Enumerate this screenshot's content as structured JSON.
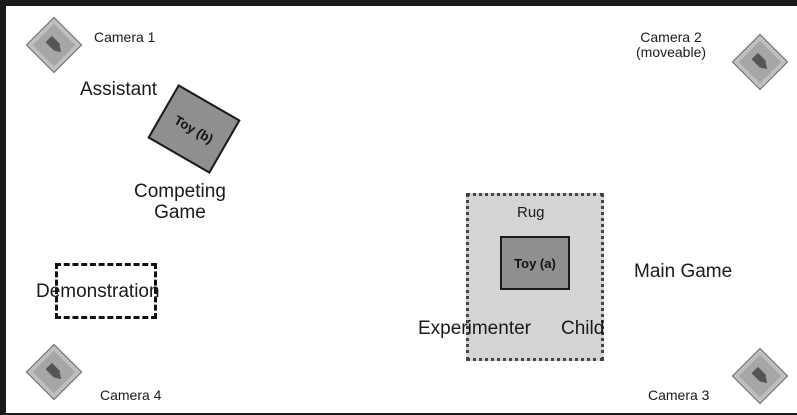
{
  "cameras": [
    {
      "id": "cam1",
      "label": "Camera 1",
      "icon": "camera-icon"
    },
    {
      "id": "cam2",
      "label_lines": [
        "Camera 2",
        "(moveable)"
      ],
      "icon": "camera-icon"
    },
    {
      "id": "cam3",
      "label": "Camera 3",
      "icon": "camera-icon"
    },
    {
      "id": "cam4",
      "label": "Camera 4",
      "icon": "camera-icon"
    }
  ],
  "people": {
    "assistant": "Assistant",
    "experimenter": "Experimenter",
    "child": "Child"
  },
  "areas": {
    "competing_game_lines": [
      "Competing",
      "Game"
    ],
    "main_game": "Main Game",
    "rug": "Rug",
    "demonstration": "Demonstration"
  },
  "toys": {
    "toy_a": "Toy (a)",
    "toy_b": "Toy (b)"
  },
  "colors": {
    "camera_fill": "#a6a6a6",
    "toy_fill": "#8f8f8f",
    "rug_fill": "#d4d4d4",
    "wall": "#1a1a1a"
  }
}
